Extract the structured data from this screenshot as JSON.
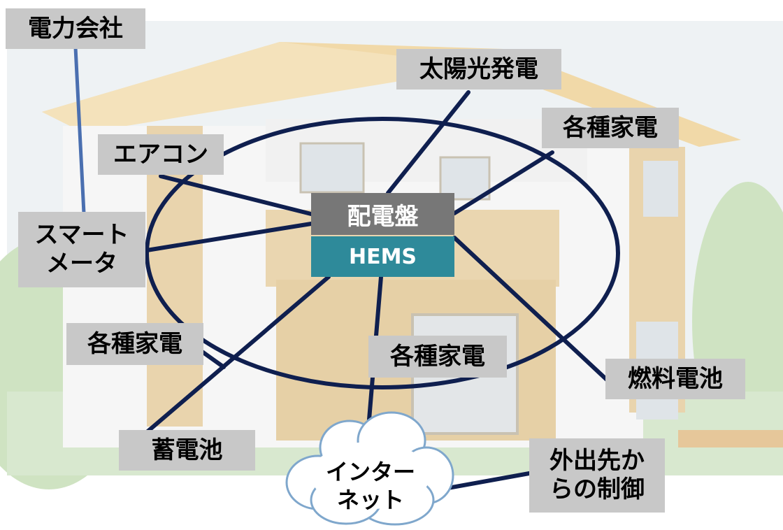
{
  "colors": {
    "label_bg": "#c8c8c8",
    "line": "#0f1f4f",
    "panel_top": "#777777",
    "hems": "#2e8a9a",
    "utility_line": "#4a6fb0"
  },
  "center": {
    "panel_label": "配電盤",
    "hems_label": "HEMS"
  },
  "nodes": {
    "power_company": "電力会社",
    "smart_meter": "スマート\nメータ",
    "aircon": "エアコン",
    "solar": "太陽光発電",
    "appliances_top_right": "各種家電",
    "appliances_left": "各種家電",
    "appliances_center": "各種家電",
    "fuel_cell": "燃料電池",
    "storage_battery": "蓄電池",
    "internet": "インター\nネット",
    "remote_control": "外出先か\nらの制御"
  }
}
